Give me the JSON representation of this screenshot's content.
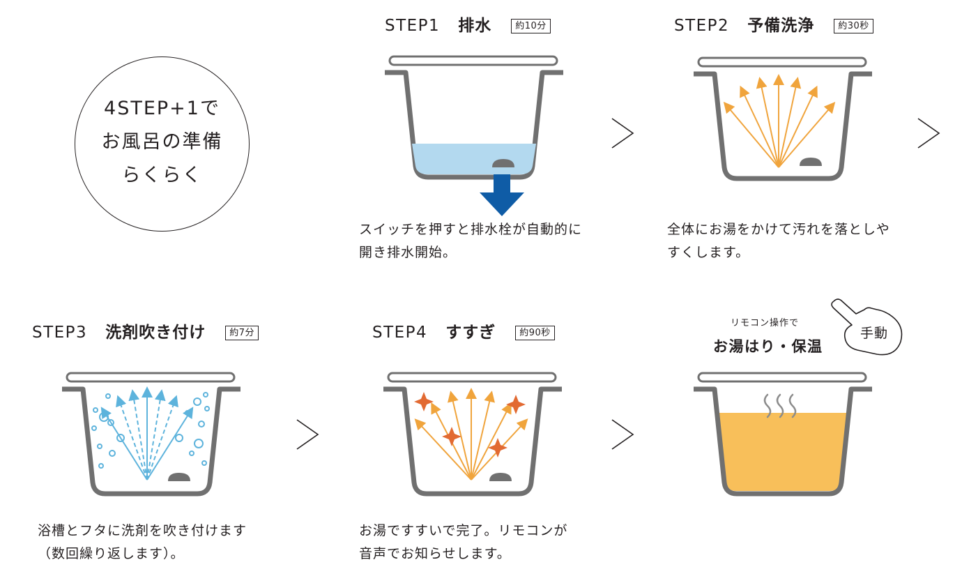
{
  "intro": {
    "line1": "4STEP+1で",
    "line2": "お風呂の準備",
    "line3": "らくらく"
  },
  "steps": [
    {
      "label": "STEP1",
      "name": "排水",
      "time": "約10分",
      "desc_line1": "スイッチを押すと排水栓が自動的に",
      "desc_line2": "開き排水開始。"
    },
    {
      "label": "STEP2",
      "name": "予備洗浄",
      "time": "約30秒",
      "desc_line1": "全体にお湯をかけて汚れを落としや",
      "desc_line2": "すくします。"
    },
    {
      "label": "STEP3",
      "name": "洗剤吹き付け",
      "time": "約7分",
      "desc_line1": "浴槽とフタに洗剤を吹き付けます",
      "desc_line2": "（数回繰り返します）。"
    },
    {
      "label": "STEP4",
      "name": "すすぎ",
      "time": "約90秒",
      "desc_line1": "お湯ですすいで完了。リモコンが",
      "desc_line2": "音声でお知らせします。"
    }
  ],
  "manual": {
    "sub": "リモコン操作で",
    "main": "お湯はり・保温",
    "hand_label": "手動"
  },
  "icons": {
    "next": "chevron-right-icon",
    "drain": "drain-arrow-icon",
    "spray": "spray-arrows-icon",
    "steam": "steam-icon",
    "hand": "pointing-hand-icon"
  },
  "colors": {
    "outline": "#707070",
    "blue_water": "#b3d9ef",
    "drain_arrow": "#0f5ca6",
    "spray_orange": "#f0a43c",
    "detergent_blue": "#5db3dc",
    "sparkle_red": "#e26a32",
    "hot_water": "#f8bf5a"
  }
}
